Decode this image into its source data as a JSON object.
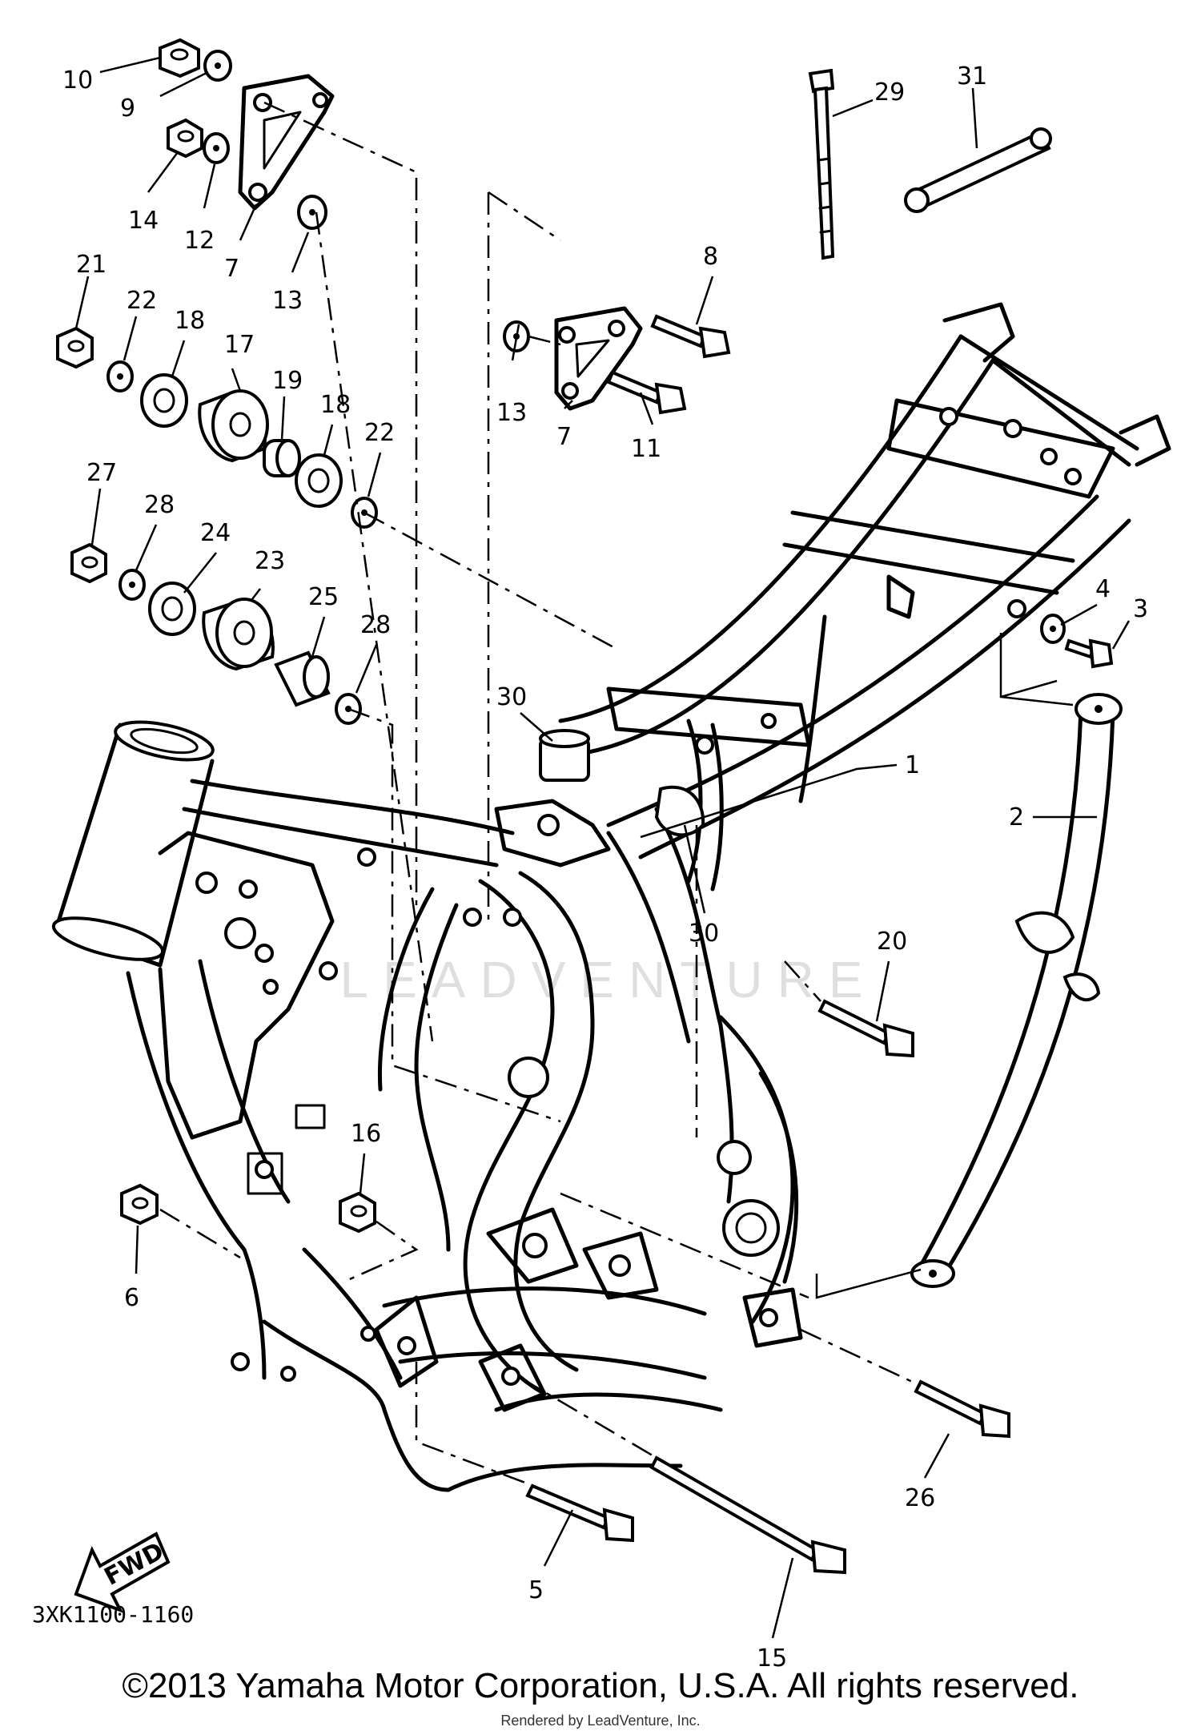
{
  "diagram_code": "3XK1100-1160",
  "copyright": "©2013 Yamaha Motor Corporation, U.S.A. All rights reserved.",
  "rendered_by": "Rendered by LeadVenture, Inc.",
  "watermark": "LEADVENTURE",
  "fwd_label": "FWD",
  "callouts": [
    "1",
    "2",
    "3",
    "4",
    "5",
    "6",
    "7",
    "7",
    "8",
    "9",
    "10",
    "11",
    "12",
    "13",
    "13",
    "14",
    "15",
    "16",
    "17",
    "18",
    "18",
    "19",
    "20",
    "21",
    "22",
    "22",
    "23",
    "24",
    "25",
    "26",
    "27",
    "28",
    "28",
    "29",
    "30",
    "30",
    "31"
  ]
}
